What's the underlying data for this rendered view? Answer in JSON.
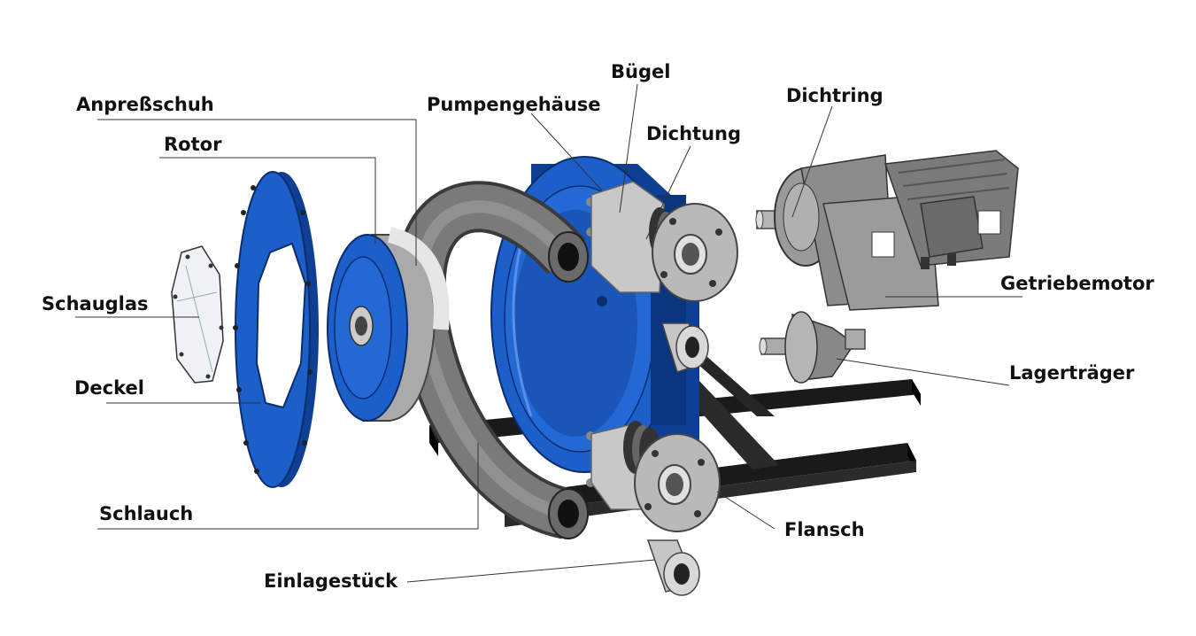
{
  "labels": {
    "anpressschuh": "Anpreßschuh",
    "rotor": "Rotor",
    "schauglas": "Schauglas",
    "deckel": "Deckel",
    "schlauch": "Schlauch",
    "einlagestueck": "Einlagestück",
    "pumpengehaeuse": "Pumpengehäuse",
    "buegel": "Bügel",
    "dichtung": "Dichtung",
    "dichtring": "Dichtring",
    "getriebemotor": "Getriebemotor",
    "lagertraeger": "Lagerträger",
    "flansch": "Flansch"
  },
  "colors": {
    "housing_blue": "#1c5fc8",
    "housing_dark_blue": "#0e3f95",
    "rubber_gray": "#6f6f6f",
    "metal_light": "#d6d6d6",
    "metal_mid": "#a9a9a9",
    "frame_black": "#1a1a1a"
  },
  "icons": [
    "glass-window-icon",
    "cover-plate-icon",
    "rotor-icon",
    "hose-icon",
    "pump-housing-icon",
    "bracket-icon",
    "seal-icon",
    "flange-icon",
    "gear-motor-icon",
    "bearing-support-icon",
    "insert-sleeve-icon",
    "base-frame-icon"
  ]
}
